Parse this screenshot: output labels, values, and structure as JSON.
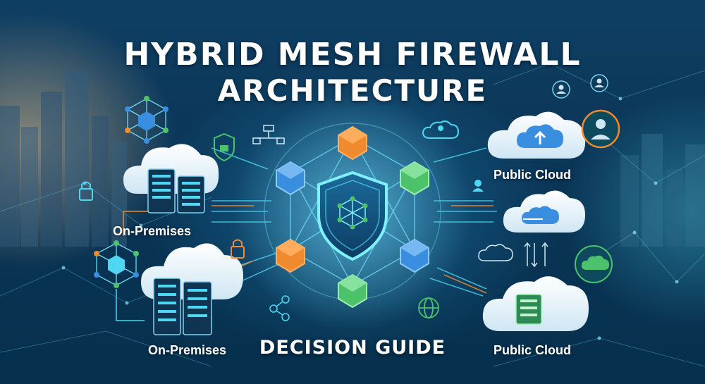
{
  "title": {
    "line1": "HYBRID MESH FIREWALL",
    "line2": "ARCHITECTURE"
  },
  "subtitle": "DECISION GUIDE",
  "labels": {
    "on_premises_top": "On-Premises",
    "on_premises_bottom": "On-Premises",
    "public_cloud_top": "Public Cloud",
    "public_cloud_bottom": "Public Cloud"
  },
  "colors": {
    "background": "#0a3556",
    "accent_cyan": "#4fd6f0",
    "node_orange": "#f08a2e",
    "node_green": "#4cc26a",
    "node_blue": "#3a8ee0",
    "cloud_white": "#eef6fb"
  },
  "icons": [
    "shield-lock-icon",
    "server-icon",
    "cloud-icon",
    "cloud-upload-icon",
    "user-icon",
    "lock-icon",
    "globe-icon",
    "network-icon",
    "cube-icon"
  ]
}
